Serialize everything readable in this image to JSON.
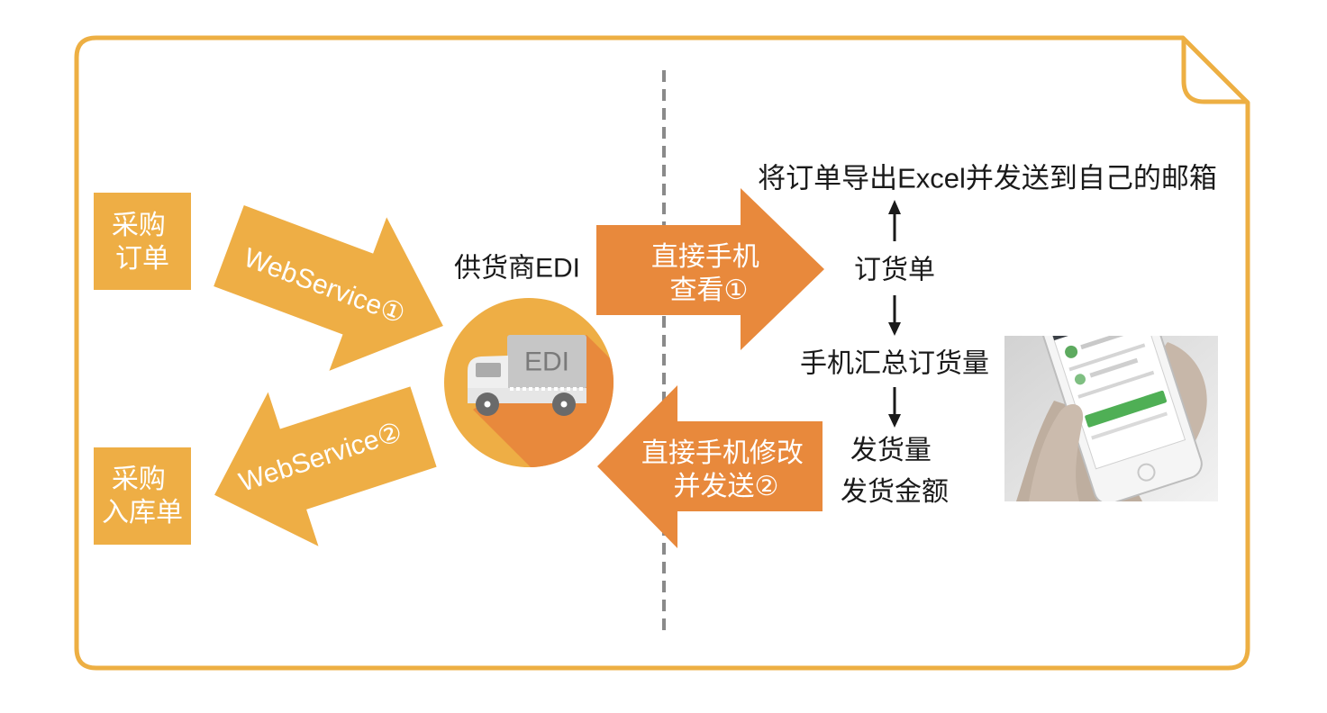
{
  "left_boxes": [
    {
      "lines": [
        "采购",
        "订单"
      ]
    },
    {
      "lines": [
        "采购",
        "入库单"
      ]
    }
  ],
  "webservice_arrows": [
    "WebService①",
    "WebService②"
  ],
  "phone_arrows": [
    {
      "lines": [
        "直接手机",
        "查看①"
      ]
    },
    {
      "lines": [
        "直接手机修改",
        "并发送②"
      ]
    }
  ],
  "supplier": {
    "label": "供货商EDI",
    "truck_label": "EDI",
    "icon": "truck-icon"
  },
  "flow": {
    "export": "将订单导出Excel并发送到自己的邮箱",
    "order": "订货单",
    "summary": "手机汇总订货量",
    "shipped": [
      "发货量",
      "发货金额"
    ]
  },
  "photo": {
    "icon": "phone-in-hand-photo"
  },
  "colors": {
    "frame": "#EDAF43",
    "light_orange": "#EEAE45",
    "dark_orange": "#E8893C",
    "divider": "#8A8A8A",
    "text_on_orange": "#FFFFFF",
    "text": "#1A1A1A"
  }
}
